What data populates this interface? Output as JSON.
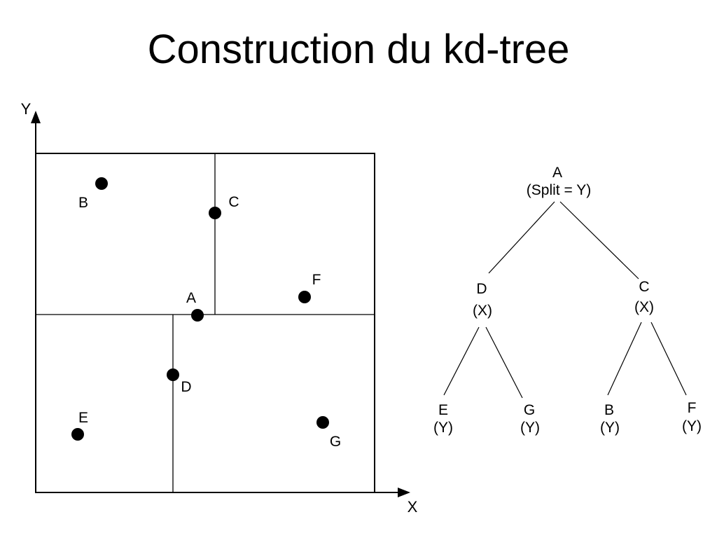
{
  "title": "Construction du kd-tree",
  "axes": {
    "x_label": "X",
    "y_label": "Y"
  },
  "points": [
    {
      "id": "A",
      "label": "A"
    },
    {
      "id": "B",
      "label": "B"
    },
    {
      "id": "C",
      "label": "C"
    },
    {
      "id": "D",
      "label": "D"
    },
    {
      "id": "E",
      "label": "E"
    },
    {
      "id": "F",
      "label": "F"
    },
    {
      "id": "G",
      "label": "G"
    }
  ],
  "tree": {
    "root": {
      "name": "A",
      "split": "(Split = Y)"
    },
    "d": {
      "name": "D",
      "split": "(X)"
    },
    "c": {
      "name": "C",
      "split": "(X)"
    },
    "e": {
      "name": "E",
      "split": "(Y)"
    },
    "g": {
      "name": "G",
      "split": "(Y)"
    },
    "b": {
      "name": "B",
      "split": "(Y)"
    },
    "f": {
      "name": "F",
      "split": "(Y)"
    }
  }
}
